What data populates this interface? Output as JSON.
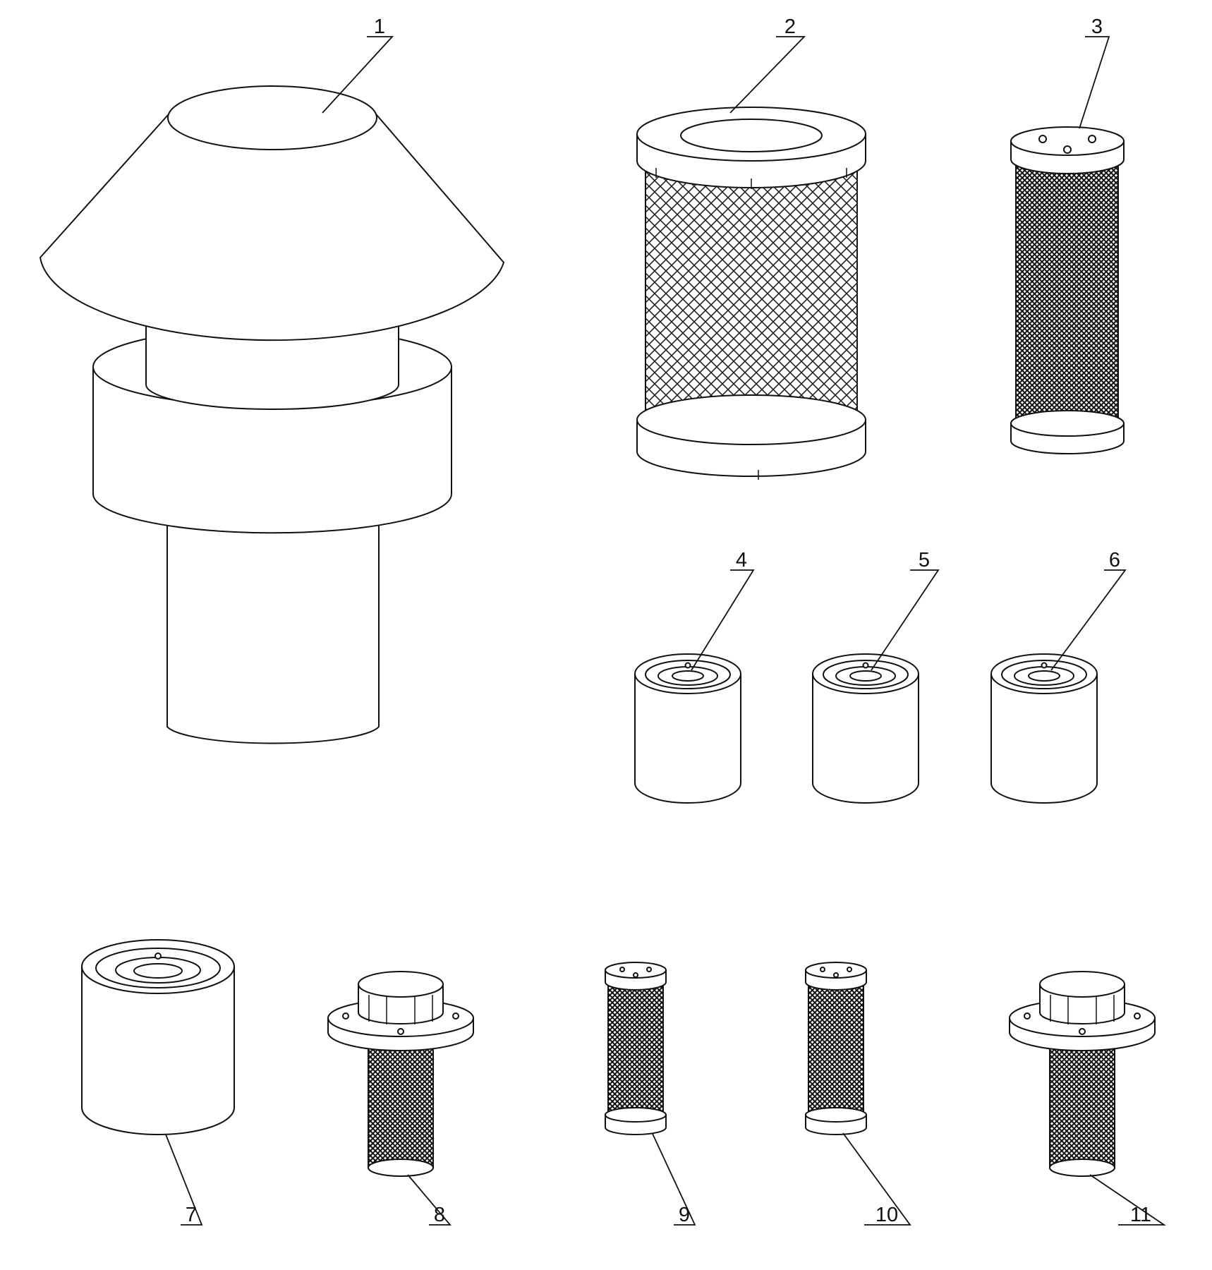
{
  "diagram": {
    "callouts": [
      {
        "id": "part-1",
        "label": "1"
      },
      {
        "id": "part-2",
        "label": "2"
      },
      {
        "id": "part-3",
        "label": "3"
      },
      {
        "id": "part-4",
        "label": "4"
      },
      {
        "id": "part-5",
        "label": "5"
      },
      {
        "id": "part-6",
        "label": "6"
      },
      {
        "id": "part-7",
        "label": "7"
      },
      {
        "id": "part-8",
        "label": "8"
      },
      {
        "id": "part-9",
        "label": "9"
      },
      {
        "id": "part-10",
        "label": "10"
      },
      {
        "id": "part-11",
        "label": "11"
      }
    ]
  },
  "colors": {
    "line": "#111111",
    "background": "#ffffff",
    "mesh": "#222222"
  }
}
